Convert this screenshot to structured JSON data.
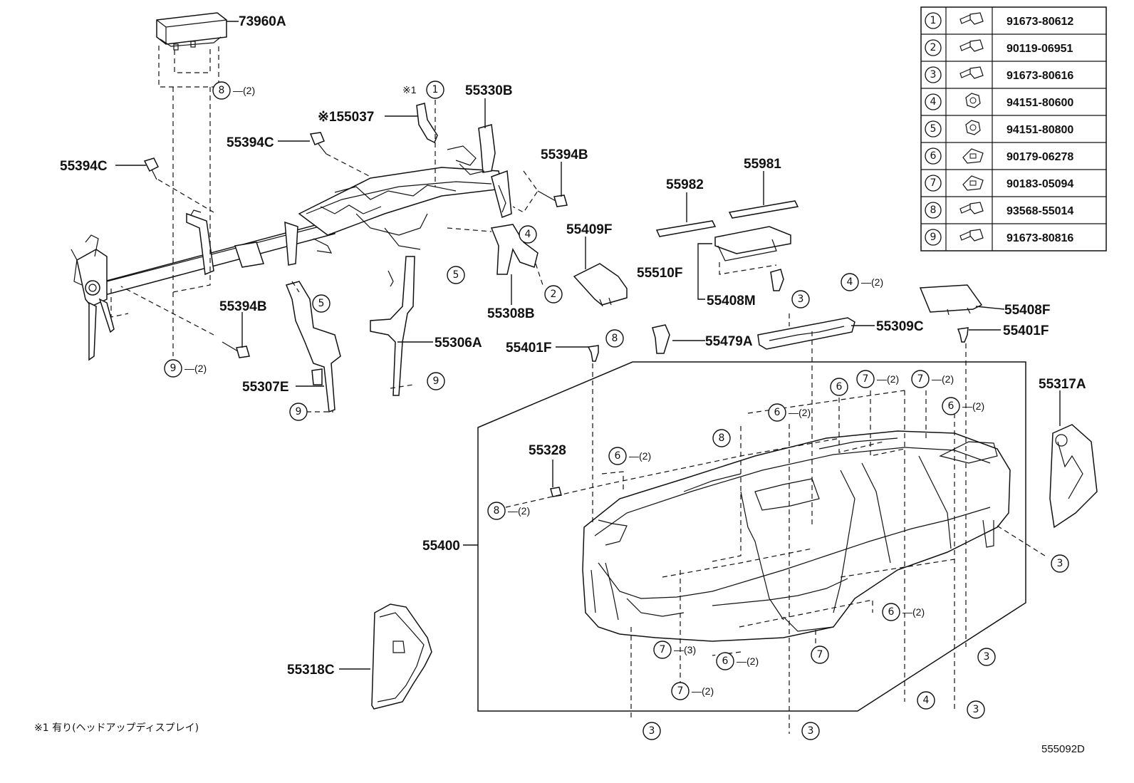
{
  "diagram": {
    "part_labels": {
      "p73960A": "73960A",
      "p55330B": "55330B",
      "p55037": "※155037",
      "p55394C_a": "55394C",
      "p55394C_b": "55394C",
      "p55394B_a": "55394B",
      "p55394B_b": "55394B",
      "p55308B": "55308B",
      "p55306A": "55306A",
      "p55307E": "55307E",
      "p55982": "55982",
      "p55981": "55981",
      "p55409F": "55409F",
      "p55510F": "55510F",
      "p55408M": "55408M",
      "p55408F": "55408F",
      "p55401F_a": "55401F",
      "p55401F_b": "55401F",
      "p55479A": "55479A",
      "p55309C": "55309C",
      "p55317A": "55317A",
      "p55328": "55328",
      "p55400": "55400",
      "p55318C": "55318C"
    },
    "callouts": [
      {
        "num": "8",
        "qty": "(2)"
      },
      {
        "num": "1",
        "qty": ""
      },
      {
        "num": "4",
        "qty": ""
      },
      {
        "num": "5",
        "qty": ""
      },
      {
        "num": "2",
        "qty": ""
      },
      {
        "num": "5",
        "qty": ""
      },
      {
        "num": "9",
        "qty": "(2)"
      },
      {
        "num": "9",
        "qty": ""
      },
      {
        "num": "9",
        "qty": ""
      },
      {
        "num": "8",
        "qty": ""
      },
      {
        "num": "3",
        "qty": ""
      },
      {
        "num": "4",
        "qty": "(2)"
      },
      {
        "num": "6",
        "qty": ""
      },
      {
        "num": "7",
        "qty": "(2)"
      },
      {
        "num": "7",
        "qty": "(2)"
      },
      {
        "num": "6",
        "qty": "(2)"
      },
      {
        "num": "6",
        "qty": "(2)"
      },
      {
        "num": "8",
        "qty": ""
      },
      {
        "num": "6",
        "qty": "(2)"
      },
      {
        "num": "8",
        "qty": "(2)"
      },
      {
        "num": "3",
        "qty": ""
      },
      {
        "num": "6",
        "qty": "(2)"
      },
      {
        "num": "7",
        "qty": "(3)"
      },
      {
        "num": "6",
        "qty": "(2)"
      },
      {
        "num": "7",
        "qty": ""
      },
      {
        "num": "3",
        "qty": ""
      },
      {
        "num": "7",
        "qty": "(2)"
      },
      {
        "num": "4",
        "qty": ""
      },
      {
        "num": "3",
        "qty": ""
      },
      {
        "num": "3",
        "qty": ""
      },
      {
        "num": "3",
        "qty": ""
      }
    ],
    "asterisk_prefix": "※1",
    "footnote": "※1 有り(ヘッドアップディスプレイ)",
    "diagram_code": "555092D"
  },
  "fastener_table": [
    {
      "num": "1",
      "part_no": "91673-80612",
      "icon": "bolt-icon"
    },
    {
      "num": "2",
      "part_no": "90119-06951",
      "icon": "bolt-icon"
    },
    {
      "num": "3",
      "part_no": "91673-80616",
      "icon": "bolt-icon"
    },
    {
      "num": "4",
      "part_no": "94151-80600",
      "icon": "nut-icon"
    },
    {
      "num": "5",
      "part_no": "94151-80800",
      "icon": "nut-icon"
    },
    {
      "num": "6",
      "part_no": "90179-06278",
      "icon": "clip-nut-icon"
    },
    {
      "num": "7",
      "part_no": "90183-05094",
      "icon": "clip-nut-icon"
    },
    {
      "num": "8",
      "part_no": "93568-55014",
      "icon": "bolt-icon"
    },
    {
      "num": "9",
      "part_no": "91673-80816",
      "icon": "bolt-icon"
    }
  ]
}
